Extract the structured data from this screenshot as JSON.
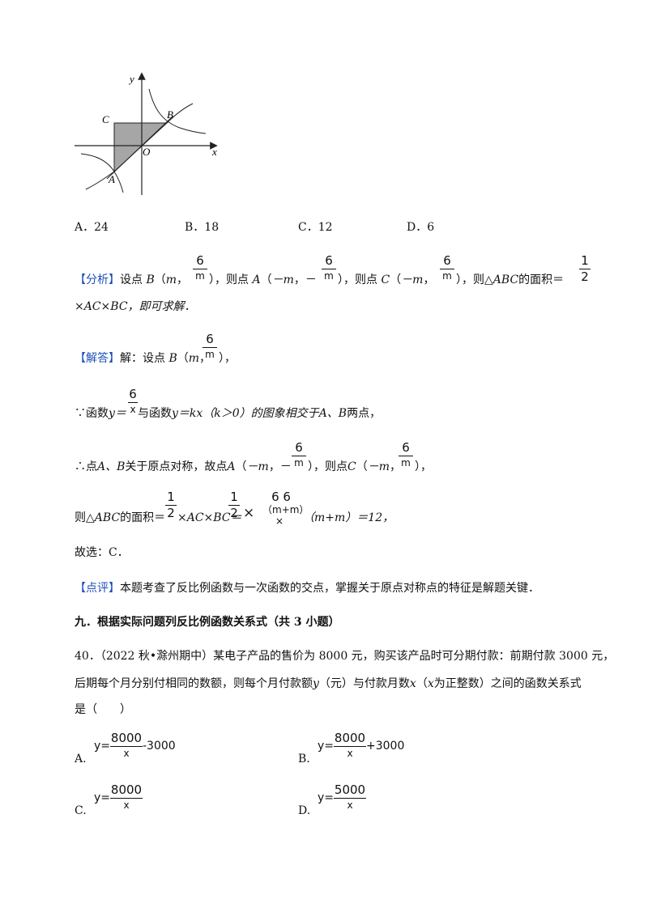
{
  "figure": {
    "labels": {
      "y": "y",
      "x": "x",
      "C": "C",
      "B": "B",
      "O": "O",
      "A": "A"
    }
  },
  "q39_options": [
    "A．24",
    "B．18",
    "C．12",
    "D．6"
  ],
  "analysis": {
    "tag": "【分析】",
    "p1": "设点",
    "B": "B",
    "m": "m",
    "comma": "，",
    "lp": "（",
    "rp": "）",
    "then_A": "，则点",
    "A": "A",
    "neg_m": "－m",
    "neg": "－",
    "C": "C",
    "area_text": "，则△",
    "ABC": "ABC",
    "area_eq": "的面积＝",
    "line2": "×AC×BC，即可求解．",
    "six": "6",
    "m_den": "m",
    "one": "1",
    "two": "2"
  },
  "solution": {
    "tag": "【解答】",
    "l1": "解：设点",
    "l2a": "∵函数",
    "l2b": "与函数",
    "l2c": "y＝kx（k＞0）的图象相交于",
    "l2d": "A、B",
    "l2e": "两点，",
    "l3a": "∴点",
    "l3b": "A、B",
    "l3c": "关于原点对称，故点",
    "l4a": "则△",
    "l4b": "的面积＝",
    "l4c": "×AC×BC＝",
    "l4d": "×",
    "l4e": "（m+m）＝12，",
    "m_plus_m": "（m+m）×",
    "x_den": "x",
    "y_eq": "y＝",
    "choose": "故选：C．"
  },
  "comment": {
    "tag": "【点评】",
    "text": "本题考查了反比例函数与一次函数的交点，掌握关于原点对称点的特征是解题关键．"
  },
  "section": {
    "title": "九．根据实际问题列反比例函数关系式（共 3 小题）"
  },
  "q40": {
    "line1": "40．（2022 秋•滁州期中）某电子产品的售价为 8000 元，购买该产品时可分期付款：前期付款 3000 元，",
    "line2a": "后期每个月分别付相同的数额，则每个月付款额",
    "line2b": "（元）与付款月数",
    "line2c": "（",
    "line2d": "为正整数）之间的函数关系式",
    "y": "y",
    "x": "x",
    "line3": "是（　　）",
    "options": [
      {
        "label": "A.",
        "num": "8000",
        "den": "x",
        "suffix": "-3000"
      },
      {
        "label": "B.",
        "num": "8000",
        "den": "x",
        "suffix": "+3000"
      },
      {
        "label": "C.",
        "num": "8000",
        "den": "x",
        "suffix": ""
      },
      {
        "label": "D.",
        "num": "5000",
        "den": "x",
        "suffix": ""
      }
    ],
    "y_eq": "y="
  }
}
